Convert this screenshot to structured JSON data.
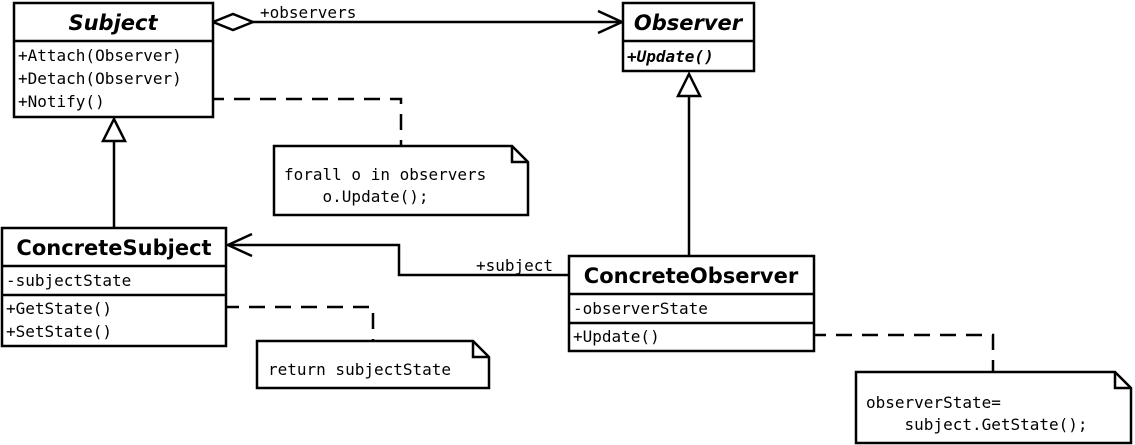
{
  "classes": {
    "subject": {
      "name": "Subject",
      "ops": [
        "+Attach(Observer)",
        "+Detach(Observer)",
        "+Notify()"
      ]
    },
    "observer": {
      "name": "Observer",
      "ops": [
        "+Update()"
      ]
    },
    "concrete_subject": {
      "name": "ConcreteSubject",
      "attrs": [
        "-subjectState"
      ],
      "ops": [
        "+GetState()",
        "+SetState()"
      ]
    },
    "concrete_observer": {
      "name": "ConcreteObserver",
      "attrs": [
        "-observerState"
      ],
      "ops": [
        "+Update()"
      ]
    }
  },
  "associations": {
    "observers_label": "+observers",
    "subject_label": "+subject"
  },
  "notes": {
    "notify_lines": [
      "forall o in observers",
      "    o.Update();"
    ],
    "getstate_lines": [
      "return subjectState"
    ],
    "update_lines": [
      "observerState=",
      "    subject.GetState();"
    ]
  }
}
